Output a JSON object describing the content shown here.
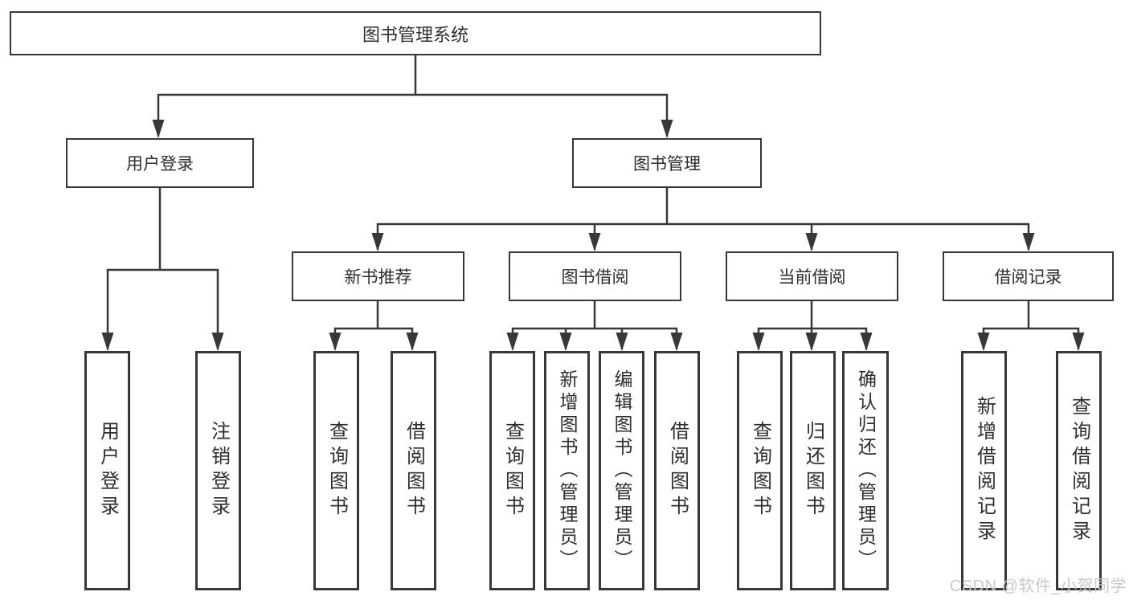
{
  "diagram": {
    "title": "图书管理系统",
    "root": {
      "label": "图书管理系统"
    },
    "level2": [
      {
        "label": "用户登录"
      },
      {
        "label": "图书管理"
      }
    ],
    "level3": [
      {
        "label": "新书推荐"
      },
      {
        "label": "图书借阅"
      },
      {
        "label": "当前借阅"
      },
      {
        "label": "借阅记录"
      }
    ],
    "leaves": {
      "login": [
        "用户登录",
        "注销登录"
      ],
      "recommend": [
        "查询图书",
        "借阅图书"
      ],
      "borrow": [
        "查询图书",
        "新增图书（管理员）",
        "编辑图书（管理员）",
        "借阅图书"
      ],
      "current": [
        "查询图书",
        "归还图书",
        "确认归还（管理员）"
      ],
      "records": [
        "新增借阅记录",
        "查询借阅记录"
      ]
    }
  },
  "watermark": "CSDN @软件_小贺同学",
  "colors": {
    "line": "#383838",
    "box_border": "#383838",
    "text": "#2e2e2e",
    "watermark": "#c8c8c8",
    "background": "#ffffff"
  }
}
